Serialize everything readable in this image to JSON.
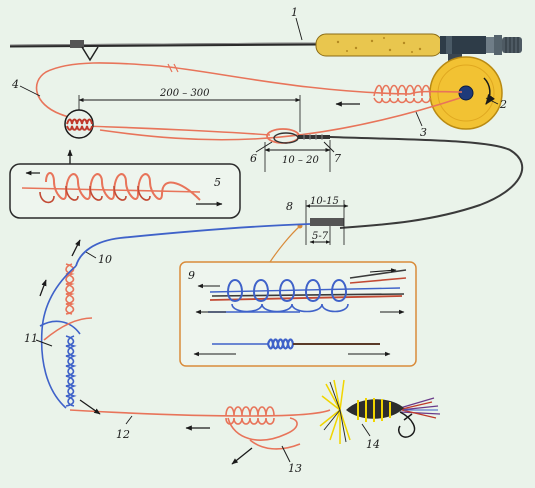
{
  "colors": {
    "background": "#eaf3ea",
    "line_orange": "#e8745a",
    "line_blue": "#3f62c9",
    "leader_dark": "#3a3a3a",
    "reel_yellow": "#f2c233",
    "cork": "#e9c64e",
    "inset_border": "#d98b3a",
    "fly_body": "#2d2d2d",
    "fly_hackle": "#f1d500"
  },
  "icons": {
    "rotation": "curved-arrow-icon",
    "direction": "arrow-icon"
  },
  "labels": {
    "n1": "1",
    "n2": "2",
    "n3": "3",
    "n4": "4",
    "n5": "5",
    "n6": "6",
    "n7": "7",
    "n8": "8",
    "n9": "9",
    "n10": "10",
    "n11": "11",
    "n12": "12",
    "n13": "13",
    "n14": "14"
  },
  "dimensions": {
    "backing_length": "200 – 300",
    "loop_length": "10 – 20",
    "splice_outer": "10-15",
    "splice_inner": "5-7"
  }
}
